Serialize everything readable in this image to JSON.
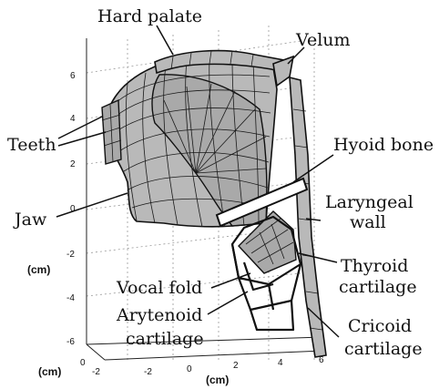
{
  "labels": {
    "hard_palate": "Hard palate",
    "velum": "Velum",
    "teeth": "Teeth",
    "hyoid_bone": "Hyoid bone",
    "jaw": "Jaw",
    "laryngeal_wall_1": "Laryngeal",
    "laryngeal_wall_2": "wall",
    "thyroid_1": "Thyroid",
    "thyroid_2": "cartilage",
    "vocal_fold": "Vocal fold",
    "arytenoid_1": "Arytenoid",
    "arytenoid_2": "cartilage",
    "cricoid_1": "Cricoid",
    "cricoid_2": "cartilage"
  },
  "axes": {
    "unit_z": "(cm)",
    "unit_y": "(cm)",
    "unit_x": "(cm)",
    "z_ticks": [
      "6",
      "4",
      "2",
      "0",
      "-2",
      "-4",
      "-6"
    ],
    "y_ticks": [
      "0",
      "-2"
    ],
    "x_ticks": [
      "-2",
      "0",
      "2",
      "4",
      "6"
    ]
  }
}
